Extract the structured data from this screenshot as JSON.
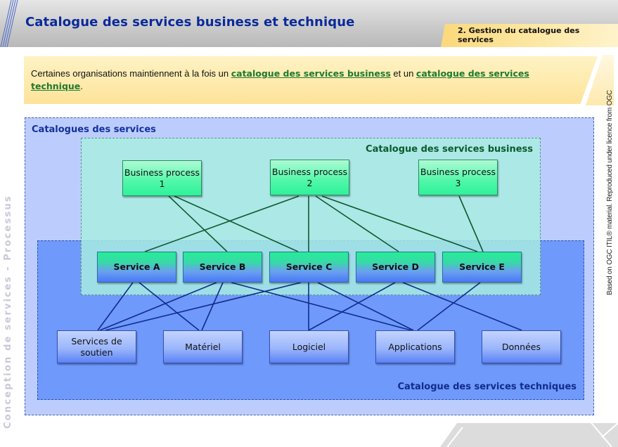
{
  "header": {
    "title": "Catalogue des services business et technique",
    "section_tab": "2. Gestion du catalogue des services"
  },
  "intro": {
    "text_before": "Certaines organisations maintiennent à la fois un ",
    "link1": "catalogue des services business",
    "text_middle": " et un ",
    "link2": "catalogue des services technique",
    "text_after": "."
  },
  "side_label": "Conception de services - Processus",
  "credit": "Based on OGC ITIL® material. Reproduced under licence from OGC",
  "diagram": {
    "outer_title": "Catalogues des services",
    "business_catalog_title": "Catalogue des services business",
    "technical_catalog_title": "Catalogue des services techniques",
    "business_processes": [
      {
        "id": "bp1",
        "label": "Business process 1"
      },
      {
        "id": "bp2",
        "label": "Business process 2"
      },
      {
        "id": "bp3",
        "label": "Business process 3"
      }
    ],
    "services": [
      {
        "id": "sA",
        "label": "Service A"
      },
      {
        "id": "sB",
        "label": "Service B"
      },
      {
        "id": "sC",
        "label": "Service C"
      },
      {
        "id": "sD",
        "label": "Service D"
      },
      {
        "id": "sE",
        "label": "Service E"
      }
    ],
    "technical_components": [
      {
        "id": "t1",
        "label": "Services de soutien"
      },
      {
        "id": "t2",
        "label": "Matériel"
      },
      {
        "id": "t3",
        "label": "Logiciel"
      },
      {
        "id": "t4",
        "label": "Applications"
      },
      {
        "id": "t5",
        "label": "Données"
      }
    ],
    "business_links": [
      [
        "bp1",
        "sB"
      ],
      [
        "bp1",
        "sC"
      ],
      [
        "bp2",
        "sA"
      ],
      [
        "bp2",
        "sC"
      ],
      [
        "bp2",
        "sD"
      ],
      [
        "bp2",
        "sE"
      ],
      [
        "bp3",
        "sE"
      ]
    ],
    "technical_links": [
      [
        "sA",
        "t1"
      ],
      [
        "sA",
        "t2"
      ],
      [
        "sB",
        "t1"
      ],
      [
        "sB",
        "t2"
      ],
      [
        "sB",
        "t4"
      ],
      [
        "sC",
        "t1"
      ],
      [
        "sC",
        "t3"
      ],
      [
        "sC",
        "t4"
      ],
      [
        "sD",
        "t3"
      ],
      [
        "sD",
        "t5"
      ],
      [
        "sE",
        "t4"
      ]
    ],
    "colors": {
      "business_link": "#0d5a2c",
      "technical_link": "#102c8c",
      "title_blue": "#0a2a9a",
      "link_green": "#1e7a2c"
    }
  }
}
